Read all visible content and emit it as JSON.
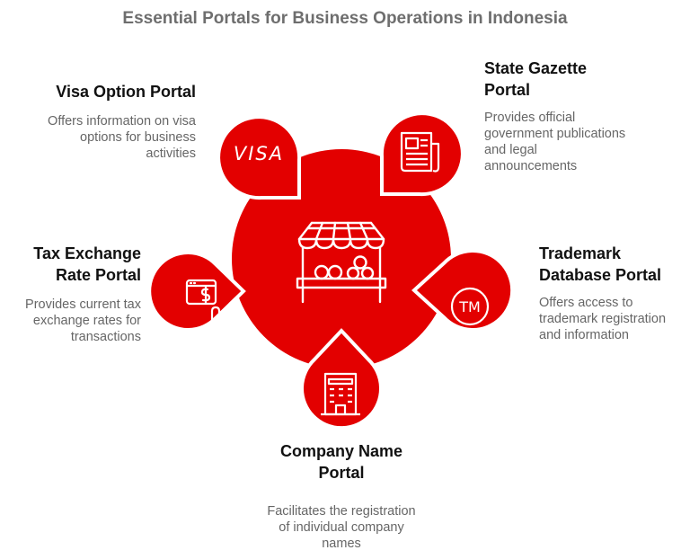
{
  "title": "Essential Portals for Business Operations in Indonesia",
  "colors": {
    "accent": "#e30000",
    "icon_stroke": "#ffffff",
    "heading": "#111111",
    "body_text": "#666666",
    "title_text": "#6e6e6e"
  },
  "center": {
    "icon": "market-stall-icon"
  },
  "portals": [
    {
      "id": "visa",
      "icon": "visa-icon",
      "icon_text": "VISA",
      "heading": "Visa Option Portal",
      "description": "Offers information on visa options for business activities"
    },
    {
      "id": "gazette",
      "icon": "newspaper-icon",
      "heading": "State Gazette Portal",
      "description": "Provides official government publications and legal announcements"
    },
    {
      "id": "tax",
      "icon": "tax-payment-icon",
      "heading": "Tax Exchange Rate Portal",
      "description": "Provides current tax exchange rates for transactions"
    },
    {
      "id": "trademark",
      "icon": "trademark-icon",
      "icon_text": "TM",
      "heading": "Trademark Database Portal",
      "description": "Offers access to trademark registration and information"
    },
    {
      "id": "company",
      "icon": "office-building-icon",
      "heading": "Company Name Portal",
      "description": "Facilitates the registration of individual company names"
    }
  ]
}
